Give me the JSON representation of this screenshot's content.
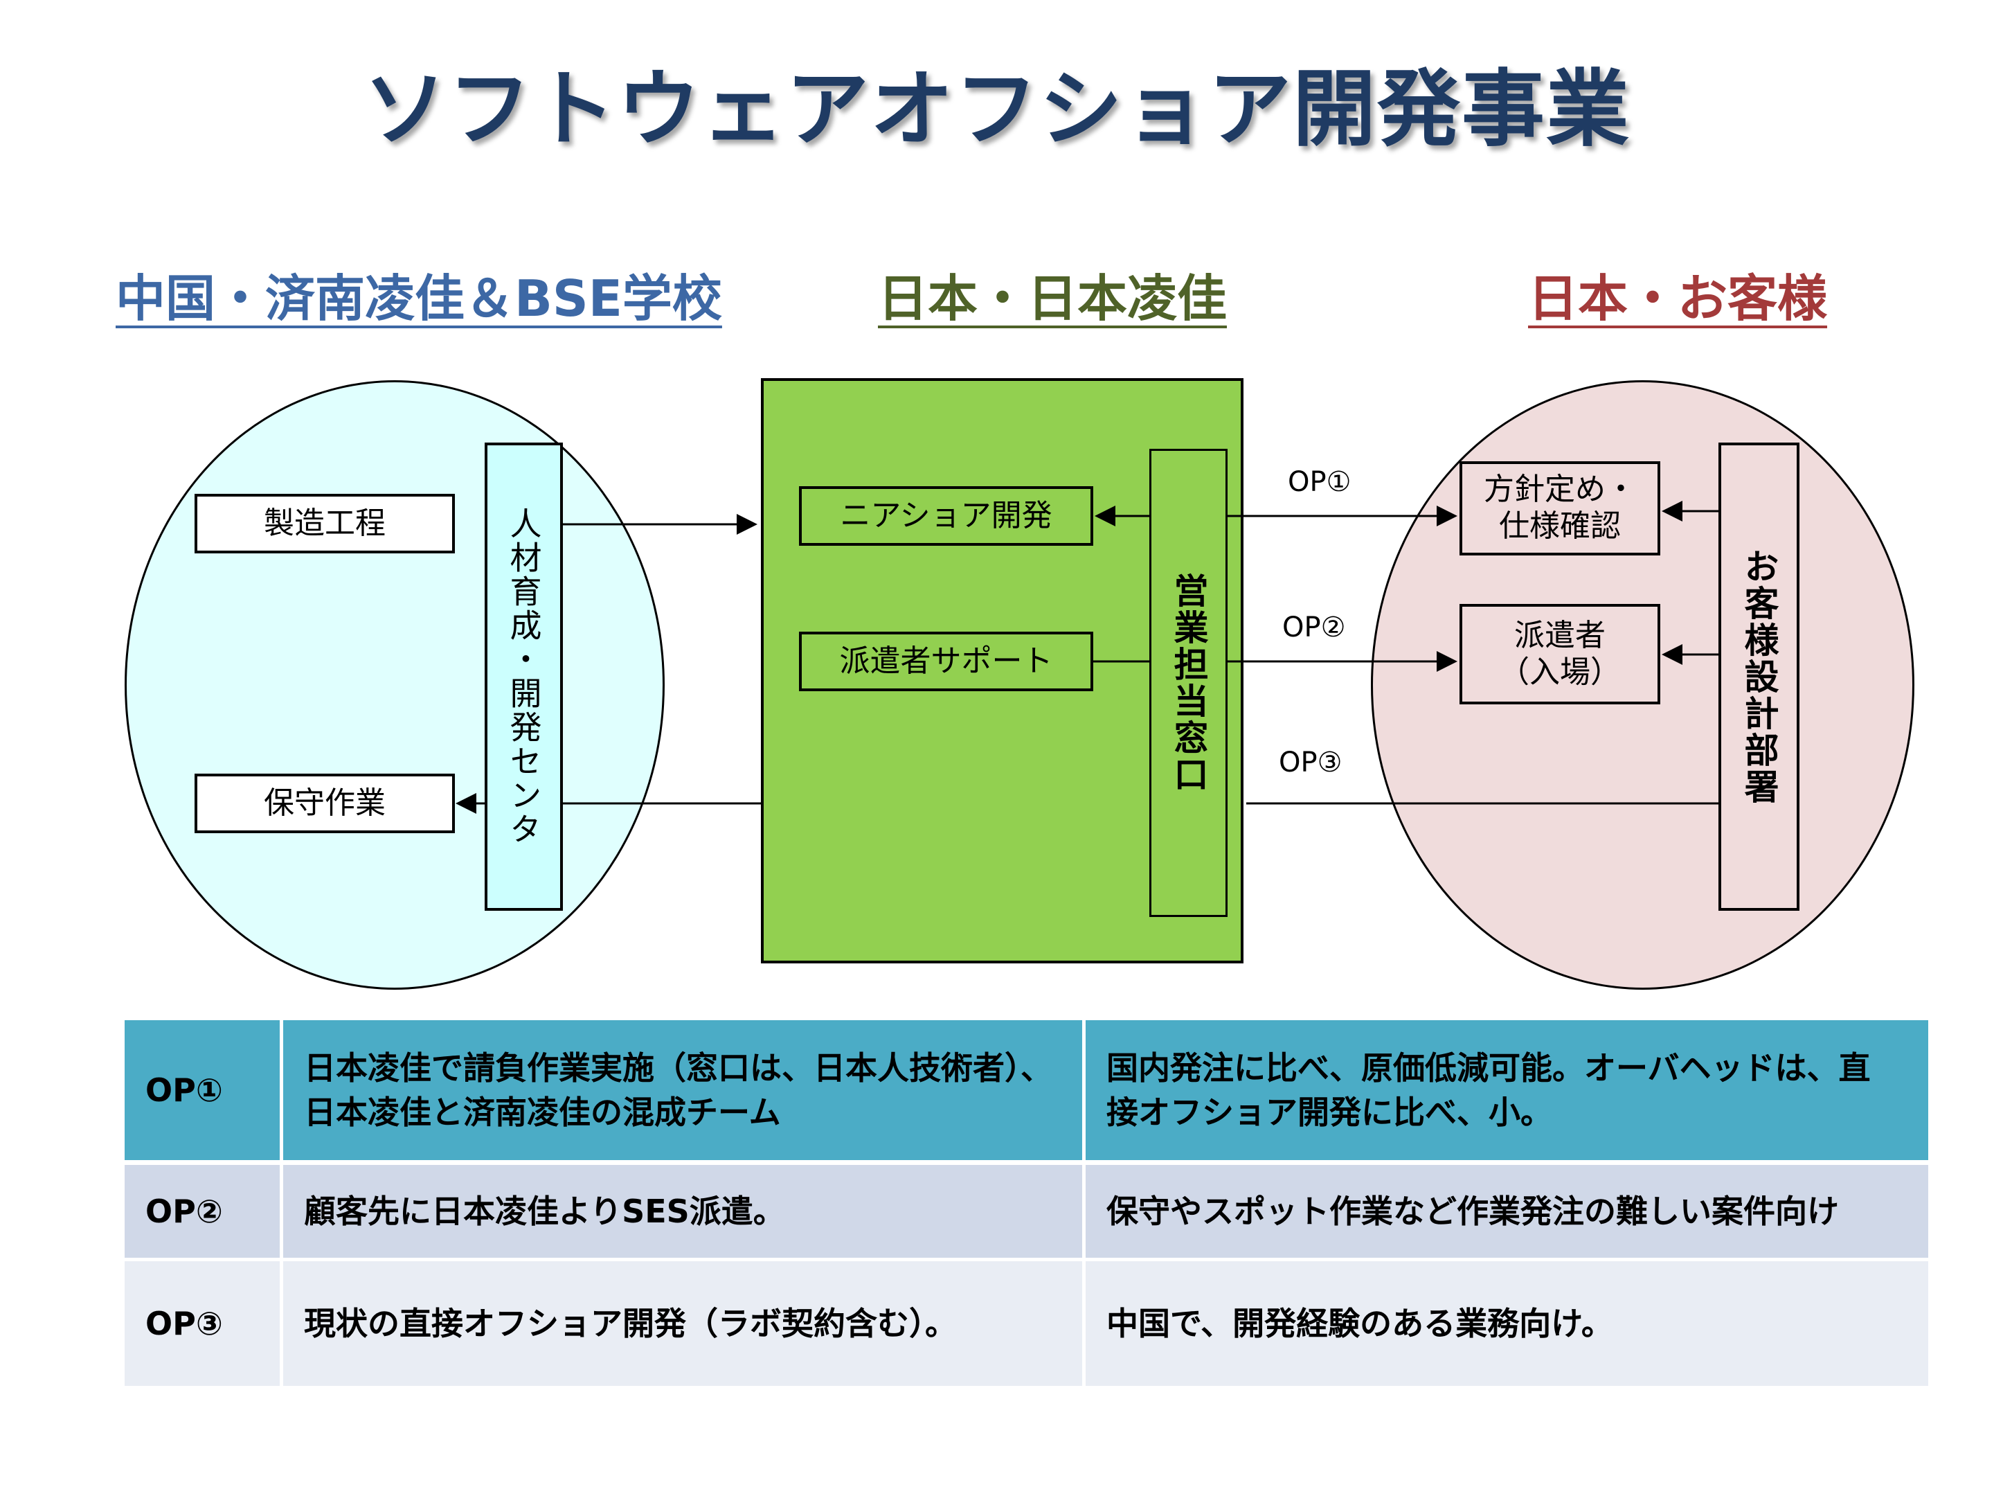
{
  "title": "ソフトウェアオフショア開発事業",
  "sections": {
    "china": "中国・済南凌佳＆BSE学校",
    "japan": "日本・日本凌佳",
    "customer": "日本・お客様"
  },
  "china": {
    "manufacturing": "製造工程",
    "maintenance": "保守作業",
    "center": "人材育成・開発センタ"
  },
  "japan": {
    "nearshore": "ニアショア開発",
    "dispatch_support": "派遣者サポート",
    "sales_window": "営業担当窓口"
  },
  "customer": {
    "policy": "方針定め・\n仕様確認",
    "dispatched": "派遣者\n（入場）",
    "design_dept": "お客様設計部署"
  },
  "connectors": {
    "op1": "OP①",
    "op2": "OP②",
    "op3": "OP③"
  },
  "table": {
    "rows": [
      {
        "label": "OP①",
        "desc": "日本凌佳で請負作業実施（窓口は、日本人技術者）、日本凌佳と済南凌佳の混成チーム",
        "note": "国内発注に比べ、原価低減可能。オーバヘッドは、直接オフショア開発に比べ、小。"
      },
      {
        "label": "OP②",
        "desc": "顧客先に日本凌佳よりSES派遣。",
        "note": "保守やスポット作業など作業発注の難しい案件向け"
      },
      {
        "label": "OP③",
        "desc": "現状の直接オフショア開発（ラボ契約含む）。",
        "note": "中国で、開発経験のある業務向け。"
      }
    ]
  }
}
